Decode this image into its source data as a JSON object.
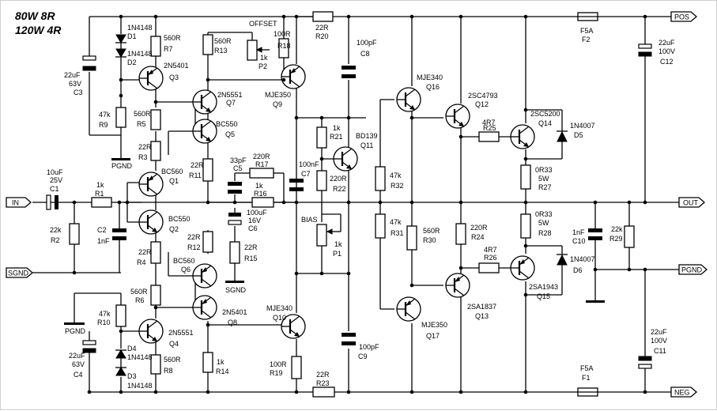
{
  "title": {
    "line1": "80W 8R",
    "line2": "120W 4R"
  },
  "ports": {
    "pos": "POS",
    "out": "OUT",
    "pgnd": "PGND",
    "neg": "NEG",
    "in": "IN",
    "sgnd": "SGND"
  },
  "gnd_labels": {
    "pgnd_top": "PGND",
    "pgnd_bot": "PGND",
    "sgnd": "SGND"
  },
  "labels": {
    "offset": "OFFSET",
    "bias": "BIAS",
    "d1_part": "1N4148",
    "d1_ref": "D1",
    "d2_part": "1N4148",
    "d2_ref": "D2",
    "c3_val": "22uF",
    "c3_v": "63V",
    "c3_ref": "C3",
    "r9_val": "47k",
    "r9_ref": "R9",
    "r7_val": "560R",
    "r7_ref": "R7",
    "q3_part": "2N5401",
    "q3_ref": "Q3",
    "r13_val": "560R",
    "r13_ref": "R13",
    "p2_val": "1k",
    "p2_ref": "P2",
    "r18_val": "100R",
    "r18_ref": "R18",
    "r20_val": "22R",
    "r20_ref": "R20",
    "c8_val": "100pF",
    "c8_ref": "C8",
    "f2_val": "F5A",
    "f2_ref": "F2",
    "c12_val": "22uF",
    "c12_v": "100V",
    "c12_ref": "C12",
    "q7_part": "2N5551",
    "q7_ref": "Q7",
    "r5_val": "560R",
    "r5_ref": "R5",
    "q9_part": "MJE350",
    "q9_ref": "Q9",
    "q16_part": "MJE340",
    "q16_ref": "Q16",
    "q12_part": "2SC4793",
    "q12_ref": "Q12",
    "q14_part": "2SC5200",
    "q14_ref": "Q14",
    "d5_part": "1N4007",
    "d5_ref": "D5",
    "q5_part": "BC550",
    "q5_ref": "Q5",
    "r21_val": "1k",
    "r21_ref": "R21",
    "q11_part": "BD139",
    "q11_ref": "Q11",
    "r25_val": "4R7",
    "r25_ref": "R25",
    "r3_val": "22R",
    "r3_ref": "R3",
    "c5_val": "33pF",
    "c5_ref": "C5",
    "r17_val": "220R",
    "r17_ref": "R17",
    "c7_val": "100nF",
    "c7_ref": "C7",
    "r27_val": "0R33",
    "r27_w": "5W",
    "r27_ref": "R27",
    "c1_val": "10uF",
    "c1_v": "25V",
    "c1_ref": "C1",
    "q1_part": "BC560",
    "q1_ref": "Q1",
    "r11_val": "22R",
    "r11_ref": "R11",
    "r22_val": "220R",
    "r22_ref": "R22",
    "r32_val": "47k",
    "r32_ref": "R32",
    "r1_val": "1k",
    "r1_ref": "R1",
    "r16_val": "1k",
    "r16_ref": "R16",
    "c6_val": "100uF",
    "c6_v": "16V",
    "c6_ref": "C6",
    "q2_part": "BC550",
    "q2_ref": "Q2",
    "r2_val": "22k",
    "r2_ref": "R2",
    "c2_ref": "C2",
    "c2_val": "1nF",
    "p1_val": "1k",
    "p1_ref": "P1",
    "r31_val": "47k",
    "r31_ref": "R31",
    "r30_val": "560R",
    "r30_ref": "R30",
    "r24_val": "220R",
    "r24_ref": "R24",
    "r28_val": "0R33",
    "r28_w": "5W",
    "r28_ref": "R28",
    "c10_val": "1nF",
    "c10_ref": "C10",
    "r29_val": "22k",
    "r29_ref": "R29",
    "r12_val": "22R",
    "r12_ref": "R12",
    "r15_val": "22R",
    "r15_ref": "R15",
    "r26_val": "4R7",
    "r26_ref": "R26",
    "d6_part": "1N4007",
    "d6_ref": "D6",
    "r4_val": "22R",
    "r4_ref": "R4",
    "q6_part": "BC560",
    "q6_ref": "Q6",
    "q13_part": "2SA1837",
    "q13_ref": "Q13",
    "q15_part": "2SA1943",
    "q15_ref": "Q15",
    "r6_val": "560R",
    "r6_ref": "R6",
    "q8_part": "2N5401",
    "q8_ref": "Q8",
    "q10_part": "MJE340",
    "q10_ref": "Q10",
    "q17_part": "MJE350",
    "q17_ref": "Q17",
    "r10_val": "47k",
    "r10_ref": "R10",
    "q4_part": "2N5551",
    "q4_ref": "Q4",
    "d4_ref": "D4",
    "d4_part": "1N4148",
    "c4_val": "22uF",
    "c4_v": "63V",
    "c4_ref": "C4",
    "d3_ref": "D3",
    "d3_part": "1N4148",
    "r8_val": "560R",
    "r8_ref": "R8",
    "r14_val": "1k",
    "r14_ref": "R14",
    "r19_val": "100R",
    "r19_ref": "R19",
    "c9_val": "100pF",
    "c9_ref": "C9",
    "r23_val": "22R",
    "r23_ref": "R23",
    "f1_val": "F5A",
    "f1_ref": "F1",
    "c11_val": "22uF",
    "c11_v": "100V",
    "c11_ref": "C11"
  }
}
